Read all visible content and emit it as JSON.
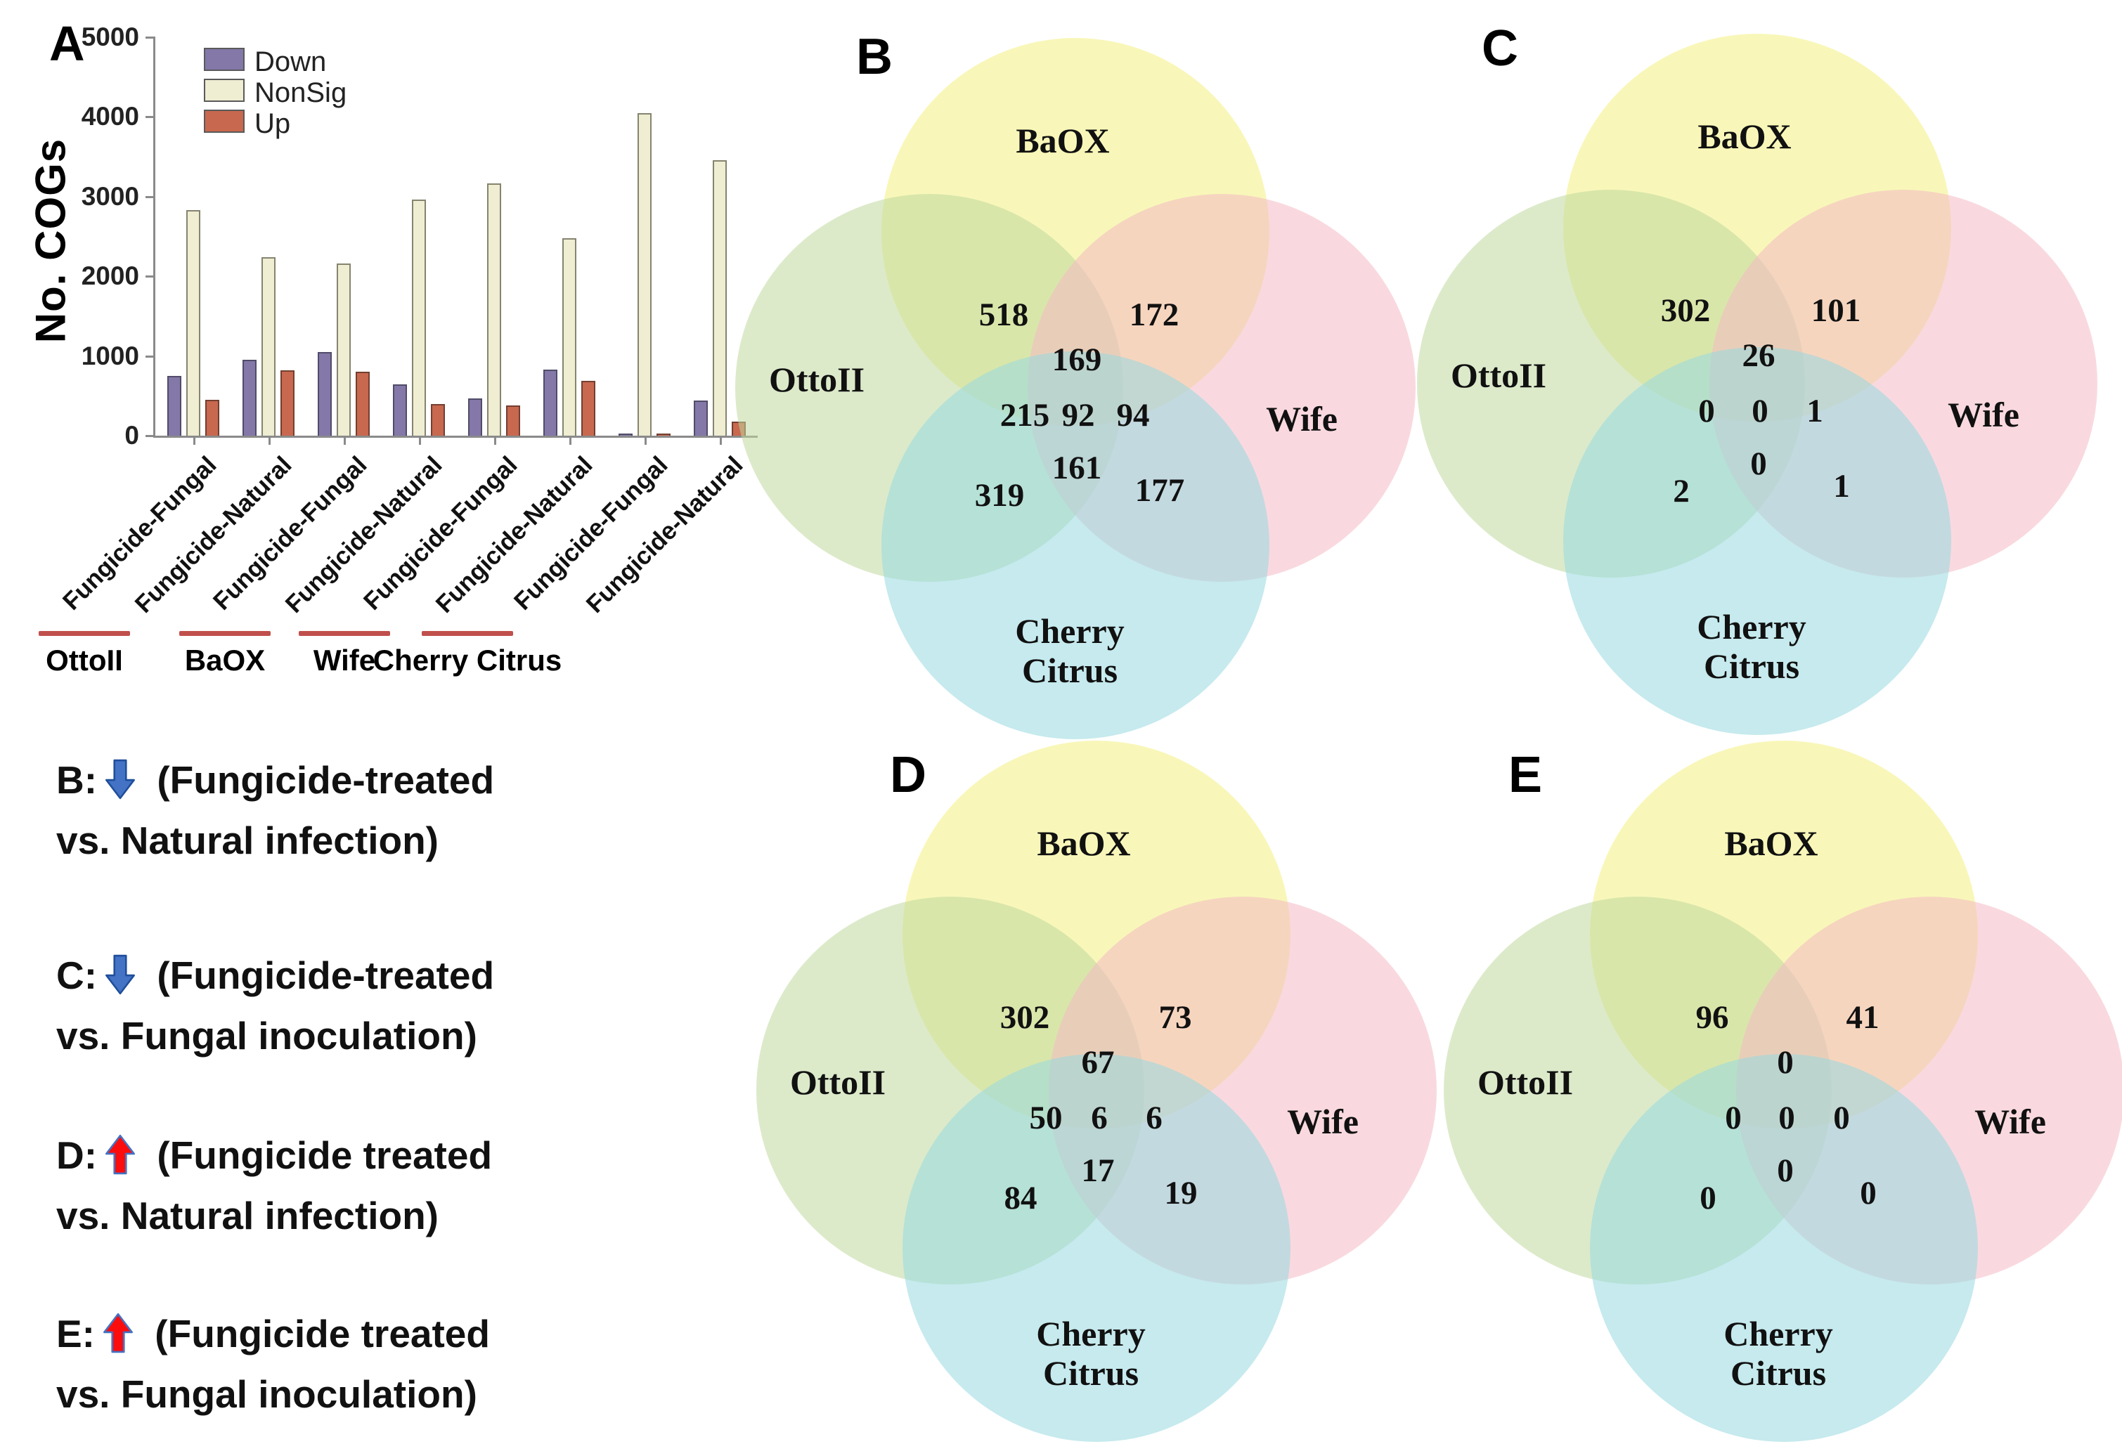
{
  "figure": {
    "description": "Figure with bar chart panel A and four 4-set Venn diagram panels B-E",
    "panel_letters": [
      "A",
      "B",
      "C",
      "D",
      "E"
    ]
  },
  "panel_a": {
    "label": "A",
    "y_axis_title": "No. COGs",
    "y_ticks": [
      "0",
      "1000",
      "2000",
      "3000",
      "4000",
      "5000"
    ],
    "y_max": 5000,
    "legend": [
      {
        "name": "Down",
        "color": "#8478A8",
        "border": "#514c68"
      },
      {
        "name": "NonSig",
        "color": "#EFEDD2",
        "border": "#85846f"
      },
      {
        "name": "Up",
        "color": "#C8684F",
        "border": "#733f30"
      }
    ],
    "cultivar_groups": [
      "OttoII",
      "BaOX",
      "Wife",
      "Cherry Citrus"
    ],
    "underline_color": "#C0504D"
  },
  "chart_data": [
    {
      "type": "bar",
      "title": "Number of COGs down-regulated, non-significant and up-regulated per cultivar and treatment",
      "xlabel": "",
      "ylabel": "No. COGs",
      "ylim": [
        0,
        5000
      ],
      "grid": false,
      "legend_position": "top-left-inside",
      "groups": [
        {
          "cultivar": "OttoII",
          "condition": "Fungicide-Fungal",
          "Down": 750,
          "NonSig": 2830,
          "Up": 450
        },
        {
          "cultivar": "OttoII",
          "condition": "Fungicide-Natural",
          "Down": 950,
          "NonSig": 2240,
          "Up": 820
        },
        {
          "cultivar": "BaOX",
          "condition": "Fungicide-Fungal",
          "Down": 1050,
          "NonSig": 2160,
          "Up": 800
        },
        {
          "cultivar": "BaOX",
          "condition": "Fungicide-Natural",
          "Down": 640,
          "NonSig": 2960,
          "Up": 400
        },
        {
          "cultivar": "Wife",
          "condition": "Fungicide-Fungal",
          "Down": 470,
          "NonSig": 3170,
          "Up": 380
        },
        {
          "cultivar": "Wife",
          "condition": "Fungicide-Natural",
          "Down": 830,
          "NonSig": 2480,
          "Up": 690
        },
        {
          "cultivar": "Cherry Citrus",
          "condition": "Fungicide-Fungal",
          "Down": 30,
          "NonSig": 4050,
          "Up": 30
        },
        {
          "cultivar": "Cherry Citrus",
          "condition": "Fungicide-Natural",
          "Down": 440,
          "NonSig": 3460,
          "Up": 180
        }
      ]
    },
    {
      "type": "venn4",
      "panel": "B",
      "sets": [
        "BaOX",
        "OttoII",
        "Wife",
        "Cherry Citrus"
      ],
      "regions": {
        "OttoII∩BaOX": "518",
        "BaOX∩Wife": "172",
        "OttoII∩BaOX∩Wife": "169",
        "OttoII∩BaOX∩CherryCitrus": "215",
        "OttoII∩BaOX∩Wife∩CherryCitrus": "92",
        "BaOX∩Wife∩CherryCitrus": "94",
        "OttoII∩Wife∩CherryCitrus": "161",
        "OttoII∩CherryCitrus": "319",
        "Wife∩CherryCitrus": "177"
      }
    },
    {
      "type": "venn4",
      "panel": "C",
      "sets": [
        "BaOX",
        "OttoII",
        "Wife",
        "Cherry Citrus"
      ],
      "regions": {
        "OttoII∩BaOX": "302",
        "BaOX∩Wife": "101",
        "OttoII∩BaOX∩Wife": "26",
        "OttoII∩BaOX∩CherryCitrus": "0",
        "OttoII∩BaOX∩Wife∩CherryCitrus": "0",
        "BaOX∩Wife∩CherryCitrus": "1",
        "OttoII∩Wife∩CherryCitrus": "0",
        "OttoII∩CherryCitrus": "2",
        "Wife∩CherryCitrus": "1"
      }
    },
    {
      "type": "venn4",
      "panel": "D",
      "sets": [
        "BaOX",
        "OttoII",
        "Wife",
        "Cherry Citrus"
      ],
      "regions": {
        "OttoII∩BaOX": "302",
        "BaOX∩Wife": "73",
        "OttoII∩BaOX∩Wife": "67",
        "OttoII∩BaOX∩CherryCitrus": "50",
        "OttoII∩BaOX∩Wife∩CherryCitrus": "6",
        "BaOX∩Wife∩CherryCitrus": "6",
        "OttoII∩Wife∩CherryCitrus": "17",
        "OttoII∩CherryCitrus": "84",
        "Wife∩CherryCitrus": "19"
      }
    },
    {
      "type": "venn4",
      "panel": "E",
      "sets": [
        "BaOX",
        "OttoII",
        "Wife",
        "Cherry Citrus"
      ],
      "regions": {
        "OttoII∩BaOX": "96",
        "BaOX∩Wife": "41",
        "OttoII∩BaOX∩Wife": "0",
        "OttoII∩BaOX∩CherryCitrus": "0",
        "OttoII∩BaOX∩Wife∩CherryCitrus": "0",
        "BaOX∩Wife∩CherryCitrus": "0",
        "OttoII∩Wife∩CherryCitrus": "0",
        "OttoII∩CherryCitrus": "0",
        "Wife∩CherryCitrus": "0"
      }
    }
  ],
  "venn_style": {
    "set_fills": {
      "BaOX": "rgba(242,240,128,0.55)",
      "OttoII": "rgba(191,217,159,0.55)",
      "Wife": "rgba(244,186,197,0.55)",
      "CherryCitrus": "rgba(151,217,224,0.55)"
    },
    "set_labels": {
      "top": "BaOX",
      "left": "OttoII",
      "right": "Wife",
      "bottom_line1": "Cherry",
      "bottom_line2": "Citrus"
    }
  },
  "notes": [
    {
      "id": "B:",
      "arrow": "down",
      "line1": "(Fungicide-treated",
      "line2": "vs. Natural infection)"
    },
    {
      "id": "C:",
      "arrow": "down",
      "line1": "(Fungicide-treated",
      "line2": "vs. Fungal inoculation)"
    },
    {
      "id": "D:",
      "arrow": "up",
      "line1": "(Fungicide treated",
      "line2": "vs. Natural infection)"
    },
    {
      "id": "E:",
      "arrow": "up",
      "line1": "(Fungicide treated",
      "line2": "vs. Fungal inoculation)"
    }
  ],
  "arrow_colors": {
    "down_fill": "#4472C4",
    "down_stroke": "#1F4E9B",
    "up_fill": "#FB0D0D",
    "up_stroke": "#4472C4"
  }
}
